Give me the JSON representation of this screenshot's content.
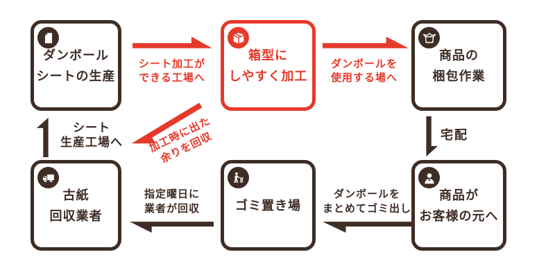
{
  "colors": {
    "dark": "#3d2d25",
    "red": "#e5392a",
    "background": "#ffffff"
  },
  "boxes": [
    {
      "id": "sheet-production",
      "icon": "paper-sheet-icon",
      "variant": "dark",
      "lines": [
        "ダンボール",
        "シートの生産"
      ]
    },
    {
      "id": "box-processing",
      "icon": "package-icon",
      "variant": "red",
      "lines": [
        "箱型に",
        "しやすく加工"
      ]
    },
    {
      "id": "packing-work",
      "icon": "open-box-icon",
      "variant": "dark",
      "lines": [
        "商品の",
        "梱包作業"
      ]
    },
    {
      "id": "to-customer",
      "icon": "person-icon",
      "variant": "dark",
      "lines": [
        "商品が",
        "お客様の元へ"
      ]
    },
    {
      "id": "garbage-site",
      "icon": "litter-icon",
      "variant": "dark",
      "lines": [
        "ゴミ置き場"
      ]
    },
    {
      "id": "paper-collector",
      "icon": "truck-icon",
      "variant": "dark",
      "lines": [
        "古紙",
        "回収業者"
      ]
    }
  ],
  "arrows": {
    "to_processing_factory": {
      "direction": "right",
      "color": "red",
      "lines": [
        "シート加工が",
        "できる工場へ"
      ]
    },
    "to_usage_site": {
      "direction": "right",
      "color": "red",
      "lines": [
        "ダンボールを",
        "使用する場へ"
      ]
    },
    "delivery": {
      "direction": "down",
      "color": "dark",
      "label": "宅配"
    },
    "to_sheet_factory": {
      "direction": "up",
      "color": "dark",
      "lines": [
        "シート",
        "生産工場へ"
      ]
    },
    "collect_scraps": {
      "direction": "diagonal-down-left",
      "color": "red",
      "lines": [
        "加工時に出た",
        "余りを回収"
      ]
    },
    "garbage_out": {
      "direction": "left",
      "color": "dark",
      "lines": [
        "ダンボールを",
        "まとめてゴミ出し"
      ]
    },
    "scheduled_pickup": {
      "direction": "left",
      "color": "dark",
      "lines": [
        "指定曜日に",
        "業者が回収"
      ]
    }
  }
}
